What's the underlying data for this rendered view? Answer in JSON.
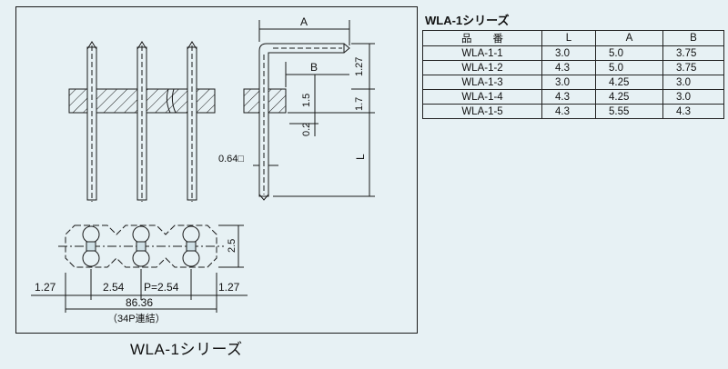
{
  "caption": "WLA-1シリーズ",
  "table": {
    "title": "WLA-1シリーズ",
    "headers": [
      "品　　番",
      "L",
      "A",
      "B"
    ],
    "rows": [
      [
        "WLA-1-1",
        "3.0",
        "5.0",
        "3.75"
      ],
      [
        "WLA-1-2",
        "4.3",
        "5.0",
        "3.75"
      ],
      [
        "WLA-1-3",
        "3.0",
        "4.25",
        "3.0"
      ],
      [
        "WLA-1-4",
        "4.3",
        "4.25",
        "3.0"
      ],
      [
        "WLA-1-5",
        "4.3",
        "5.55",
        "4.3"
      ]
    ]
  },
  "dims": {
    "A": "A",
    "B": "B",
    "d127": "1.27",
    "d17": "1.7",
    "d15": "1.5",
    "d02": "0.2",
    "L": "L",
    "d064": "0.64□",
    "d25": "2.5",
    "bot127a": "1.27",
    "bot254": "2.54",
    "pitch": "P=2.54",
    "bot127b": "1.27",
    "total": "86.36",
    "total_note": "（34P連結）"
  },
  "colors": {
    "background": "#e7f1f4",
    "line": "#1a1a1a"
  }
}
